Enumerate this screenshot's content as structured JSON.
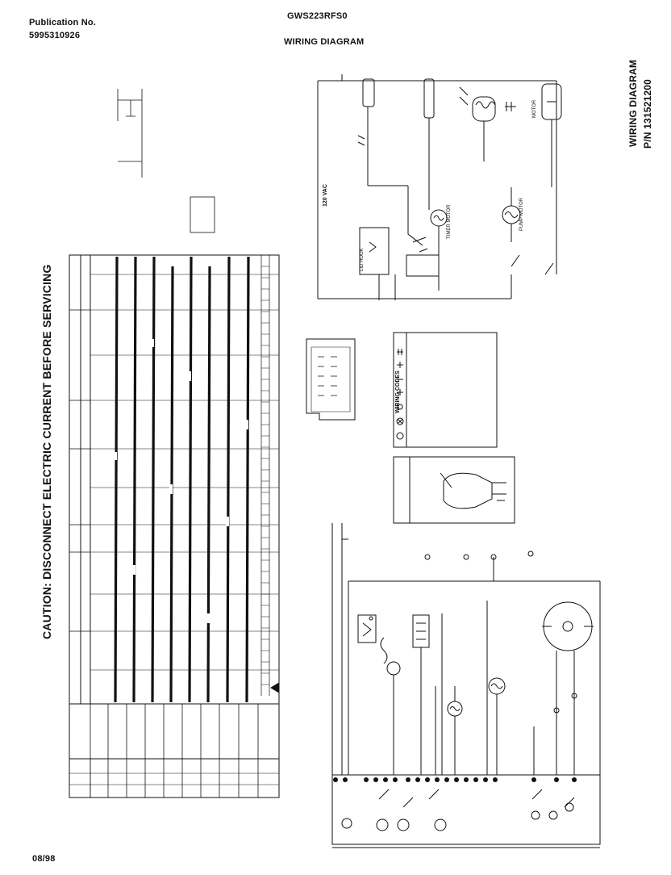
{
  "header": {
    "publication_label": "Publication No.",
    "publication_number": "5995310926",
    "model": "GWS223RFS0",
    "title": "WIRING DIAGRAM"
  },
  "side": {
    "wiring_diagram_label": "WIRING DIAGRAM",
    "part_number": "P/N 131521200",
    "caution": "CAUTION: DISCONNECT ELECTRIC CURRENT BEFORE SERVICING",
    "voltage": "120 VAC"
  },
  "labels": {
    "lid_hook": "LID HOOK",
    "timer_motor": "TIMER MOTOR",
    "pump_motor": "PUMP MOTOR",
    "motor": "MOTOR",
    "wiring_codes": "WIRING CODES"
  },
  "footer": {
    "date": "08/98"
  }
}
